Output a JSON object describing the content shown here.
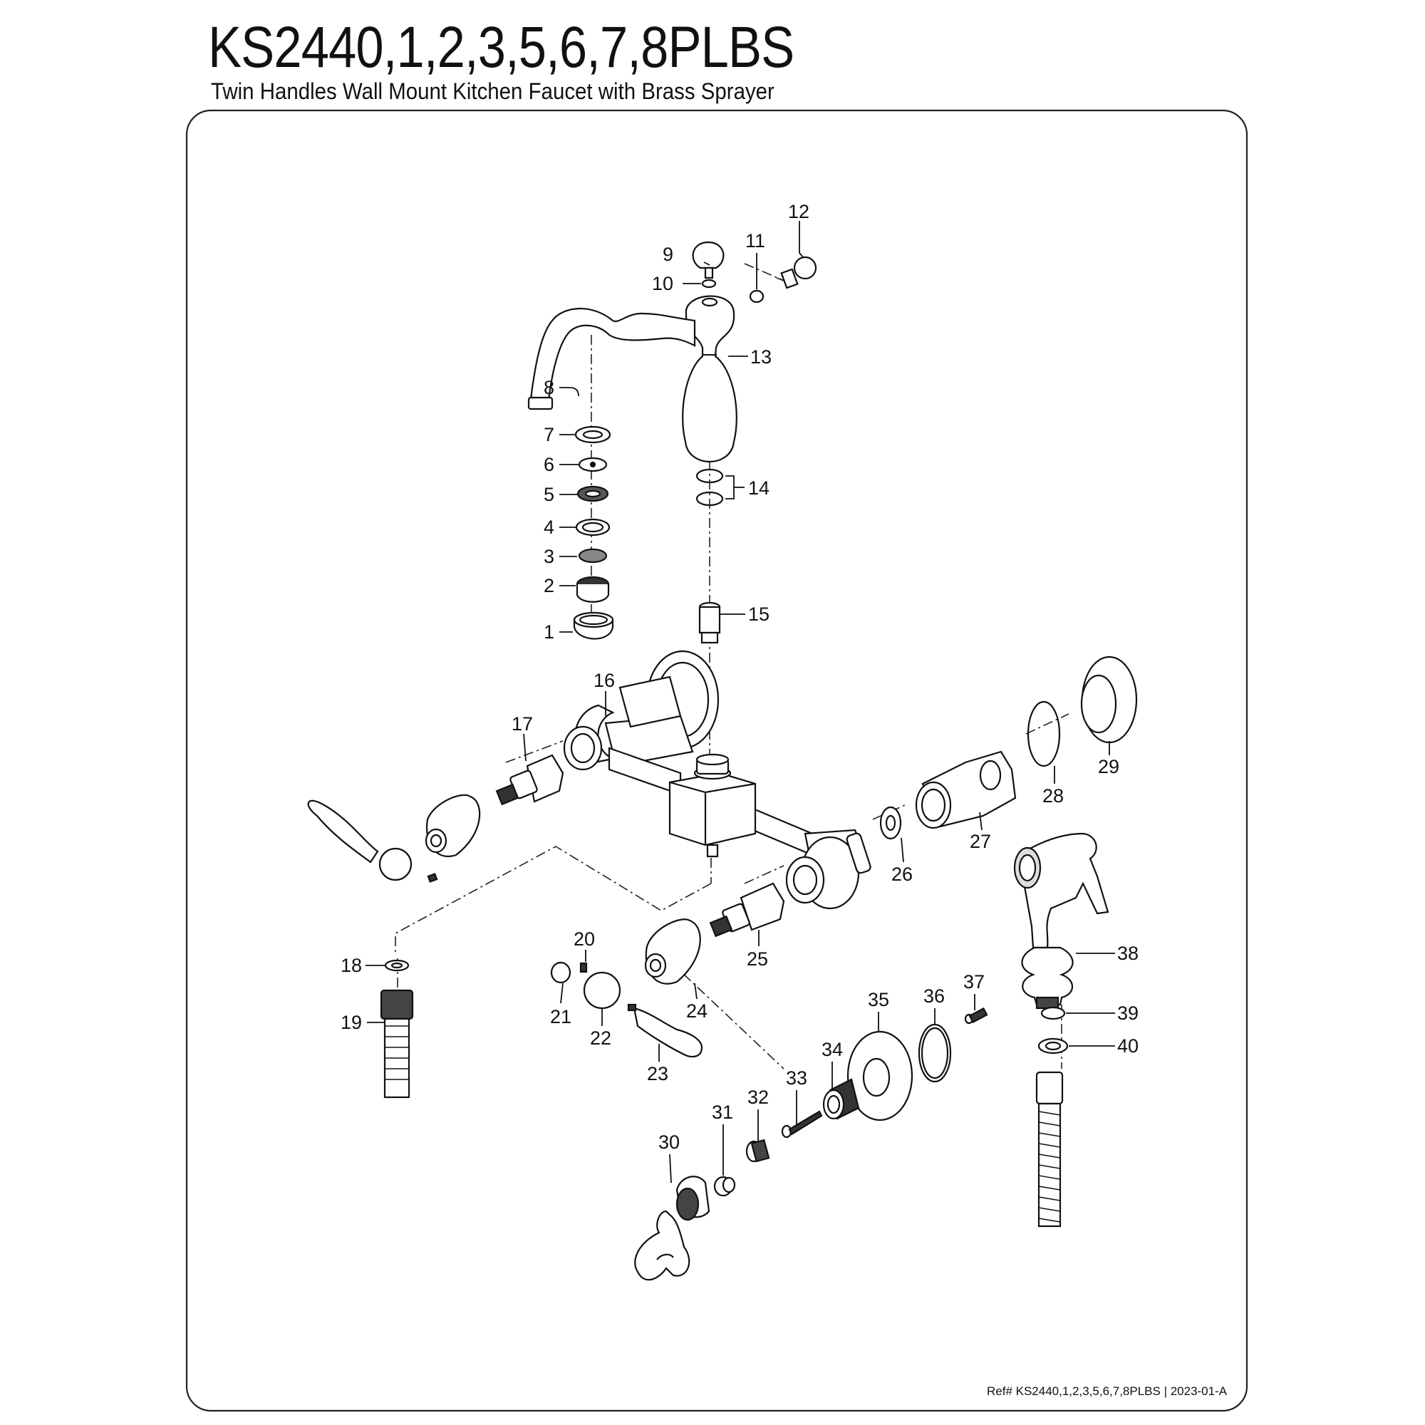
{
  "header": {
    "title": "KS2440,1,2,3,5,6,7,8PLBS",
    "subtitle": "Twin Handles Wall Mount Kitchen Faucet with Brass Sprayer"
  },
  "parts": [
    {
      "id": "p1",
      "label": "1"
    },
    {
      "id": "p2",
      "label": "2"
    },
    {
      "id": "p3",
      "label": "3"
    },
    {
      "id": "p4",
      "label": "4"
    },
    {
      "id": "p5",
      "label": "5"
    },
    {
      "id": "p6",
      "label": "6"
    },
    {
      "id": "p7",
      "label": "7"
    },
    {
      "id": "p8",
      "label": "8"
    },
    {
      "id": "p9",
      "label": "9"
    },
    {
      "id": "p10",
      "label": "10"
    },
    {
      "id": "p11",
      "label": "11"
    },
    {
      "id": "p12",
      "label": "12"
    },
    {
      "id": "p13",
      "label": "13"
    },
    {
      "id": "p14",
      "label": "14"
    },
    {
      "id": "p15",
      "label": "15"
    },
    {
      "id": "p16",
      "label": "16"
    },
    {
      "id": "p17",
      "label": "17"
    },
    {
      "id": "p18",
      "label": "18"
    },
    {
      "id": "p19",
      "label": "19"
    },
    {
      "id": "p20",
      "label": "20"
    },
    {
      "id": "p21",
      "label": "21"
    },
    {
      "id": "p22",
      "label": "22"
    },
    {
      "id": "p23",
      "label": "23"
    },
    {
      "id": "p24",
      "label": "24"
    },
    {
      "id": "p25",
      "label": "25"
    },
    {
      "id": "p26",
      "label": "26"
    },
    {
      "id": "p27",
      "label": "27"
    },
    {
      "id": "p28",
      "label": "28"
    },
    {
      "id": "p29",
      "label": "29"
    },
    {
      "id": "p30",
      "label": "30"
    },
    {
      "id": "p31",
      "label": "31"
    },
    {
      "id": "p32",
      "label": "32"
    },
    {
      "id": "p33",
      "label": "33"
    },
    {
      "id": "p34",
      "label": "34"
    },
    {
      "id": "p35",
      "label": "35"
    },
    {
      "id": "p36",
      "label": "36"
    },
    {
      "id": "p37",
      "label": "37"
    },
    {
      "id": "p38",
      "label": "38"
    },
    {
      "id": "p39",
      "label": "39"
    },
    {
      "id": "p40",
      "label": "40"
    }
  ],
  "footer": {
    "ref": "Ref# KS2440,1,2,3,5,6,7,8PLBS | 2023-01-A"
  },
  "colors": {
    "line": "#111111",
    "background": "#ffffff"
  }
}
